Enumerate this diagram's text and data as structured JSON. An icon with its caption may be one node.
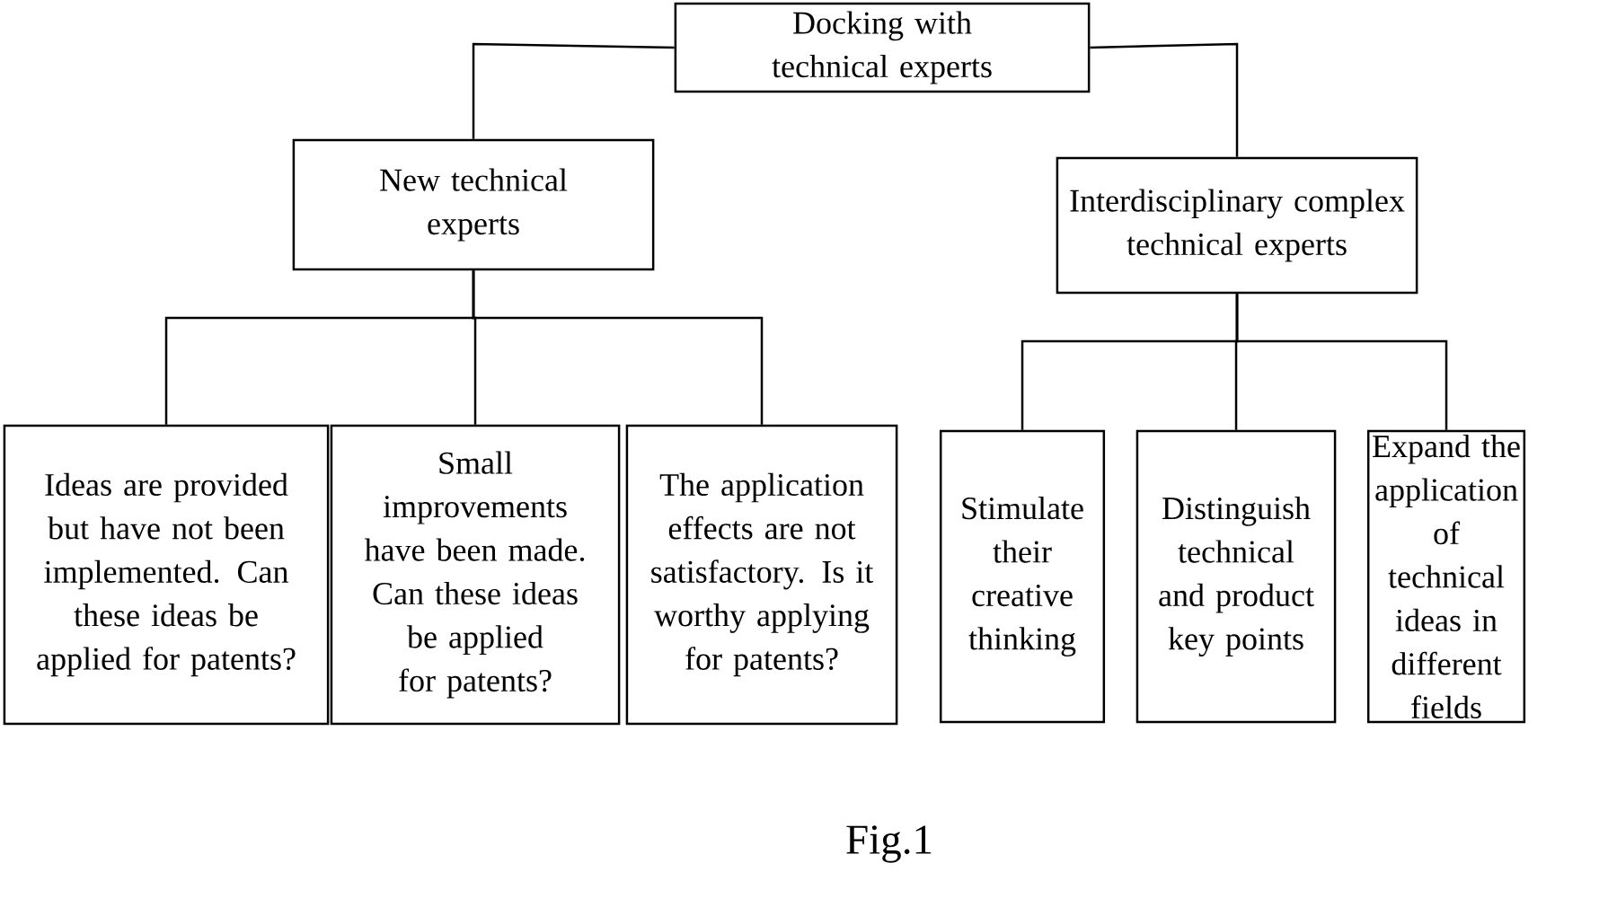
{
  "diagram": {
    "caption": "Fig.1",
    "nodes": [
      {
        "text": [
          "Docking with technical experts"
        ]
      },
      {
        "text": [
          "New technical experts"
        ]
      },
      {
        "text": [
          "Interdisciplinary complex technical experts"
        ]
      },
      {
        "text": [
          "Ideas are provided but have not been implemented. Can these ideas be applied for patents?"
        ]
      },
      {
        "text": [
          "Small improvements have been made. Can these ideas be applied for patents?"
        ]
      },
      {
        "text": [
          "The application effects are not satisfactory. Is it worthy applying for patents?"
        ]
      },
      {
        "text": [
          "Stimulate their creative thinking"
        ]
      },
      {
        "text": [
          "Distinguish technical and product key points"
        ]
      },
      {
        "text": [
          "Expand the application of technical ideas in different fields"
        ]
      }
    ],
    "edges": [
      {
        "from": 0,
        "to": 1,
        "arrow": "none"
      },
      {
        "from": 0,
        "to": 2,
        "arrow": "none"
      },
      {
        "from": 1,
        "to": 3,
        "arrow": "none"
      },
      {
        "from": 1,
        "to": 4,
        "arrow": "none"
      },
      {
        "from": 1,
        "to": 5,
        "arrow": "none"
      },
      {
        "from": 2,
        "to": 6,
        "arrow": "none"
      },
      {
        "from": 2,
        "to": 7,
        "arrow": "none"
      },
      {
        "from": 2,
        "to": 8,
        "arrow": "none"
      }
    ]
  }
}
